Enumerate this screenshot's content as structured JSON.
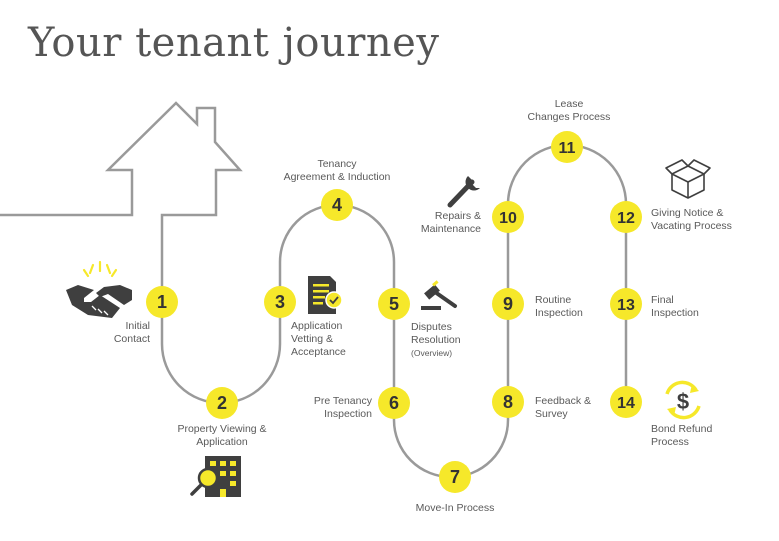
{
  "title": "Your tenant journey",
  "colors": {
    "path": "#9a9a9a",
    "node": "#f6e82a",
    "node_text": "#333333",
    "icon_dark": "#3f3f3f",
    "icon_yellow": "#f6e82a",
    "label": "#5a5a5a"
  },
  "steps": [
    {
      "num": "1",
      "lines": [
        "Initial",
        "Contact"
      ]
    },
    {
      "num": "2",
      "lines": [
        "Property Viewing &",
        "Application"
      ]
    },
    {
      "num": "3",
      "lines": [
        "Application",
        "Vetting &",
        "Acceptance"
      ]
    },
    {
      "num": "4",
      "lines": [
        "Tenancy",
        "Agreement & Induction"
      ]
    },
    {
      "num": "5",
      "lines": [
        "Disputes",
        "Resolution"
      ],
      "note": "(Overview)"
    },
    {
      "num": "6",
      "lines": [
        "Pre Tenancy",
        "Inspection"
      ]
    },
    {
      "num": "7",
      "lines": [
        "Move-In Process"
      ]
    },
    {
      "num": "8",
      "lines": [
        "Feedback &",
        "Survey"
      ]
    },
    {
      "num": "9",
      "lines": [
        "Routine",
        "Inspection"
      ]
    },
    {
      "num": "10",
      "lines": [
        "Repairs &",
        "Maintenance"
      ]
    },
    {
      "num": "11",
      "lines": [
        "Lease",
        "Changes Process"
      ]
    },
    {
      "num": "12",
      "lines": [
        "Giving Notice &",
        "Vacating Process"
      ]
    },
    {
      "num": "13",
      "lines": [
        "Final",
        "Inspection"
      ]
    },
    {
      "num": "14",
      "lines": [
        "Bond Refund",
        "Process"
      ]
    }
  ],
  "icons": {
    "house": "house-outline-icon",
    "handshake": "handshake-icon",
    "building_search": "building-search-icon",
    "document_check": "document-check-icon",
    "gavel": "gavel-icon",
    "wrench": "wrench-icon",
    "box": "box-icon",
    "dollar_refresh": "dollar-refresh-icon"
  }
}
